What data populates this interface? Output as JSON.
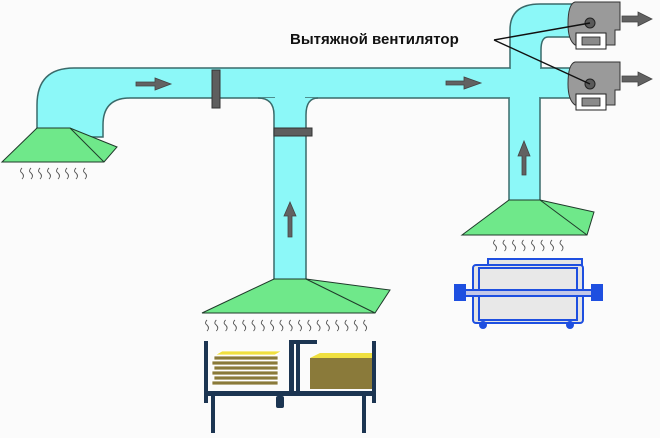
{
  "diagram": {
    "title_label": "Вытяжной вентилятор",
    "colors": {
      "duct": "#8cf8f8",
      "duct_stroke": "#3a6a6a",
      "hood": "#6fe88a",
      "hood_stroke": "#1f3a2a",
      "arrow": "#626262",
      "fan": "#9a9a9a",
      "damper": "#5e5e5e",
      "oven_blue": "#1e4fe0",
      "table_dark": "#1c3552",
      "tray": "#8a7a3a",
      "tray_top": "#f0e040"
    },
    "components": {
      "fans": [
        "Вытяжной вентилятор",
        "Вытяжной вентилятор"
      ],
      "hoods": [
        "hood-left",
        "hood-center",
        "hood-right"
      ],
      "equipment": [
        "table-with-trays",
        "oven"
      ]
    }
  }
}
